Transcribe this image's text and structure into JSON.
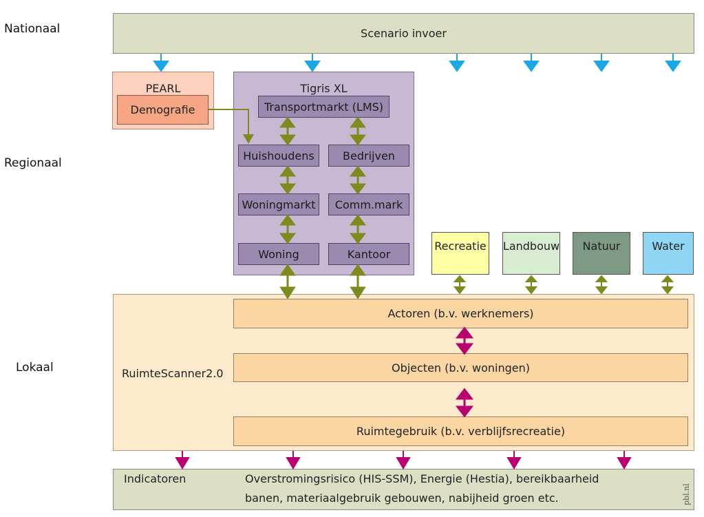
{
  "levels": {
    "national": "Nationaal",
    "regional": "Regionaal",
    "local": "Lokaal"
  },
  "scenario": {
    "label": "Scenario invoer"
  },
  "pearl": {
    "title": "PEARL",
    "demografie": "Demografie"
  },
  "tigris": {
    "title": "Tigris XL",
    "transportmarkt": "Transportmarkt (LMS)",
    "huishoudens": "Huishoudens",
    "bedrijven": "Bedrijven",
    "woningmarkt": "Woningmarkt",
    "commmark": "Comm.mark",
    "woning": "Woning",
    "kantoor": "Kantoor"
  },
  "external": {
    "recreatie": "Recreatie",
    "landbouw": "Landbouw",
    "natuur": "Natuur",
    "water": "Water"
  },
  "ruimtescanner": {
    "title": "RuimteScanner2.0",
    "actoren": "Actoren (b.v. werknemers)",
    "objecten": "Objecten (b.v. woningen)",
    "ruimtegebruik": "Ruimtegebruik (b.v. verblijfsrecreatie)"
  },
  "indicatoren": {
    "title": "Indicatoren",
    "line1": "Overstromingsrisico (HIS-SSM), Energie (Hestia), bereikbaarheid",
    "line2": "banen, materiaalgebruik gebouwen, nabijheid groen etc."
  },
  "watermark": "pbl.nl",
  "colors": {
    "blue_arrow": "#1aa7e6",
    "olive_arrow": "#7f8a1e",
    "magenta_arrow": "#b8006e",
    "recreatie": "#ffffa6",
    "landbouw": "#d8ecd2",
    "natuur": "#7e9a84",
    "water": "#8fd6f5"
  }
}
